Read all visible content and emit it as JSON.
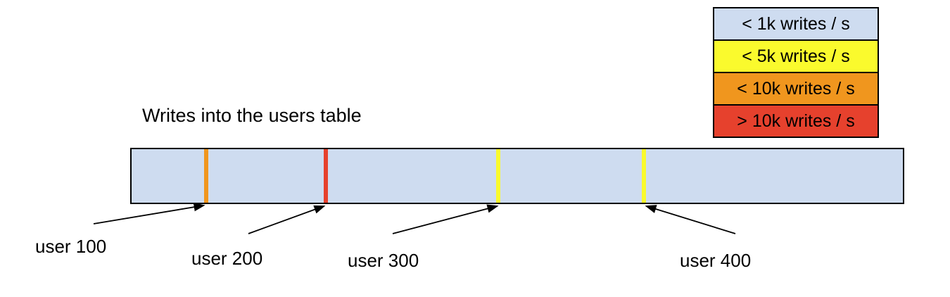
{
  "title": "Writes into the users table",
  "bar": {
    "fill": "#cedcf0",
    "border_color": "#000000"
  },
  "legend": {
    "items": [
      {
        "label": "< 1k writes / s",
        "color": "#cedcf0"
      },
      {
        "label": "< 5k writes / s",
        "color": "#fafa2d"
      },
      {
        "label": "< 10k writes / s",
        "color": "#f0961e"
      },
      {
        "label": "> 10k writes / s",
        "color": "#e6412d"
      }
    ]
  },
  "users": [
    {
      "label": "user 100",
      "marker_color": "#f0961e",
      "rate_bucket": "< 10k writes / s"
    },
    {
      "label": "user 200",
      "marker_color": "#e6412d",
      "rate_bucket": "> 10k writes / s"
    },
    {
      "label": "user 300",
      "marker_color": "#fafa2d",
      "rate_bucket": "< 5k writes / s"
    },
    {
      "label": "user 400",
      "marker_color": "#fafa2d",
      "rate_bucket": "< 5k writes / s"
    }
  ],
  "arrow_color": "#000000"
}
